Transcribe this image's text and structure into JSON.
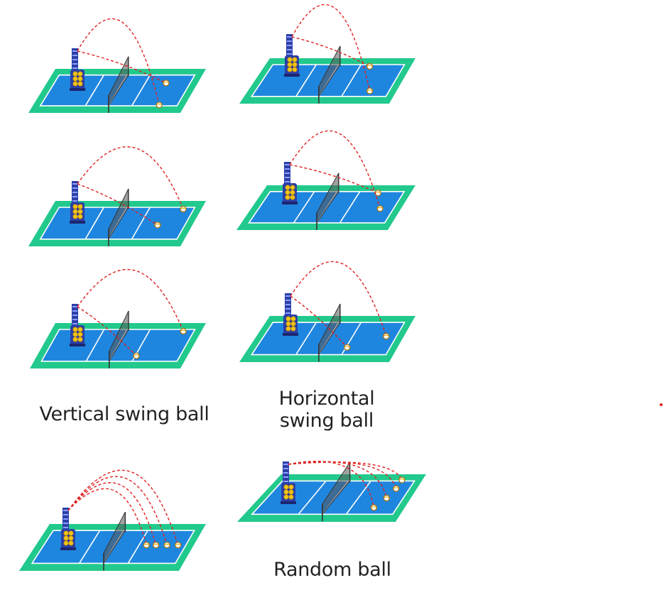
{
  "captions": {
    "vertical": "Vertical swing ball",
    "horizontal": "Horizontal swing ball",
    "random": "Random ball"
  },
  "colors": {
    "court_border": "#22c98c",
    "court_inner": "#1f86df",
    "court_lines": "#ffffff",
    "trajectory": "#e02020",
    "machine_body": "#2c3fa8",
    "machine_balls": "#f0c419",
    "net": "#555555",
    "caption_text": "#222222"
  },
  "icons": [
    "ball-machine-icon",
    "volleyball-icon",
    "net-icon"
  ]
}
